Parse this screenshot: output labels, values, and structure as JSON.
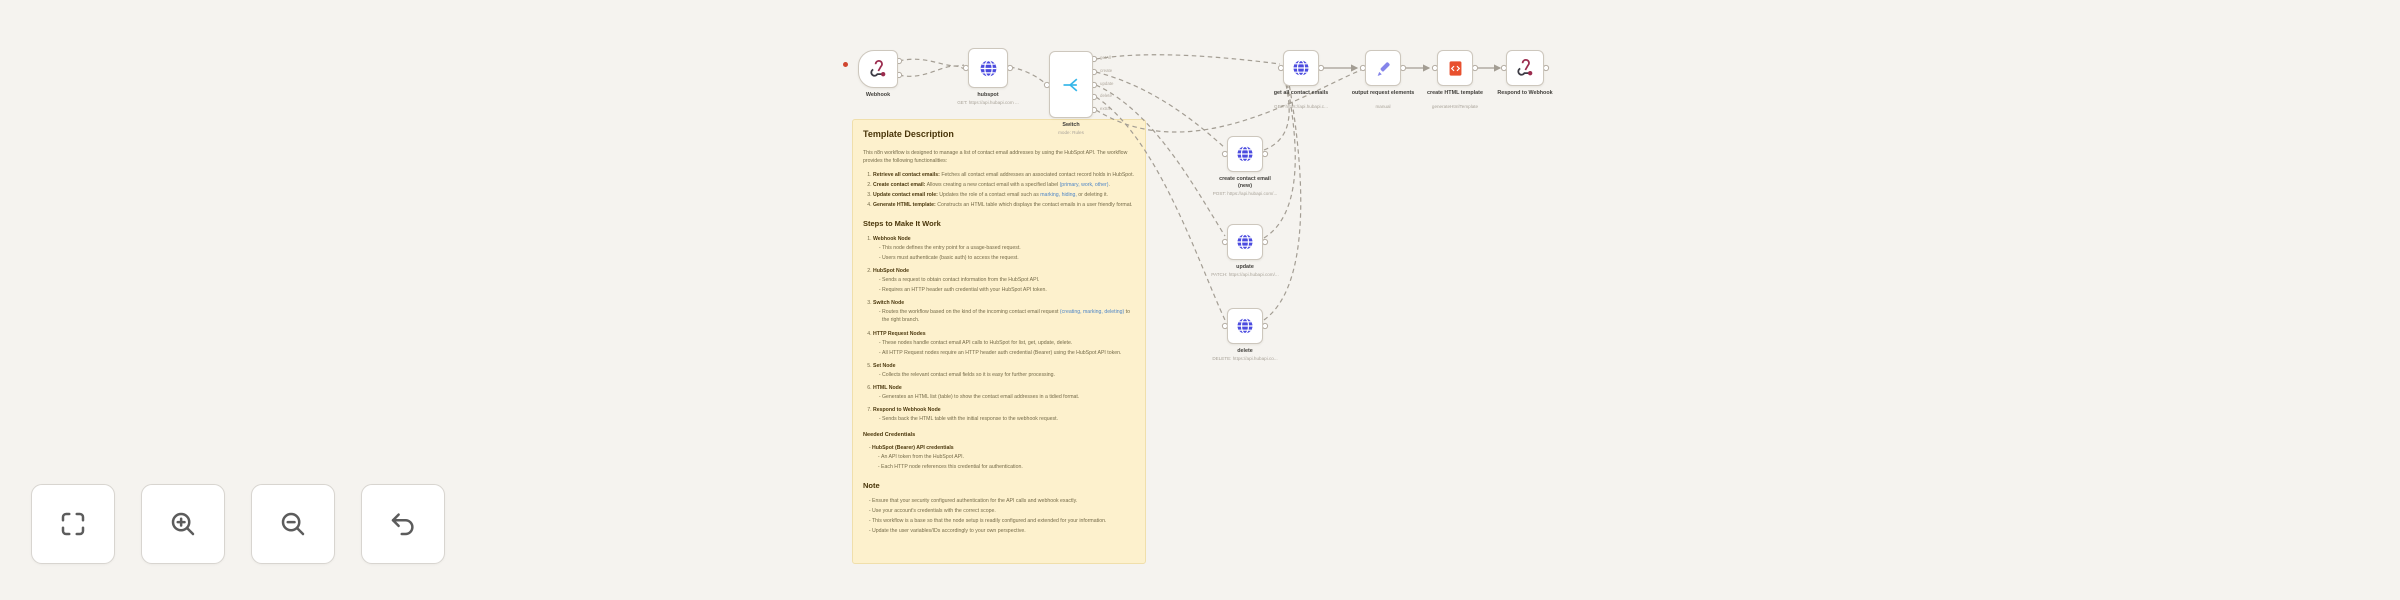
{
  "nodes": {
    "webhook": {
      "label": "Webhook"
    },
    "hubspot": {
      "label": "hubspot",
      "sub": "GET: https://api.hubapi.com ..."
    },
    "switch": {
      "label": "Switch",
      "sub": "mode: Rules",
      "ports": [
        "getAll",
        "create",
        "update",
        "delete",
        "extra"
      ]
    },
    "get_all": {
      "label": "get all contact emails",
      "sub": "GET: https://api.hubapi.c..."
    },
    "set": {
      "label": "output request elements",
      "sub": "manual"
    },
    "html": {
      "label": "create HTML template",
      "sub": "generateHtmlTemplate"
    },
    "respond": {
      "label": "Respond to Webhook"
    },
    "create": {
      "label": "create contact email",
      "label2": "(new)",
      "sub": "POST: https://api.hubapi.com/..."
    },
    "update": {
      "label": "update",
      "sub": "PATCH: https://api.hubapi.com/..."
    },
    "delete": {
      "label": "delete",
      "sub": "DELETE: https://api.hubapi.co..."
    }
  },
  "sticky": {
    "title": "Template Description",
    "intro": "This n8n workflow is designed to manage a list of contact email addresses by using the HubSpot API. The workflow provides the following functionalities:",
    "features": [
      {
        "lead": "Retrieve all contact emails:",
        "a": " Fetches all contact email addresses an associated contact record holds in HubSpot.",
        "link": "",
        "b": ""
      },
      {
        "lead": "Create contact email:",
        "a": " Allows creating a new contact email with a specified label ",
        "link": "(primary, work, other)",
        "b": "."
      },
      {
        "lead": "Update contact email role:",
        "a": " Updates the role of a contact email such as ",
        "link": "marking, hiding,",
        "b": " or deleting it."
      },
      {
        "lead": "Generate HTML template:",
        "a": " Constructs an HTML table which displays the contact emails in a user friendly format.",
        "link": "",
        "b": ""
      }
    ],
    "steps_title": "Steps to Make It Work",
    "steps": [
      {
        "title": "Webhook Node",
        "subs": [
          "This node defines the entry point for a usage-based request.",
          "Users must authenticate (basic auth) to access the request."
        ]
      },
      {
        "title": "HubSpot Node",
        "subs": [
          "Sends a request to obtain contact information from the HubSpot API.",
          "Requires an HTTP header auth credential with your HubSpot API token."
        ]
      },
      {
        "title": "Switch Node",
        "a": "Routes the workflow based on the kind of the incoming contact email request ",
        "link": "(creating, marking, deleting)",
        "b": " to the right branch."
      },
      {
        "title": "HTTP Request Nodes",
        "subs": [
          "These nodes handle contact email API calls to HubSpot for list, get, update, delete.",
          "All HTTP Request nodes require an HTTP header auth credential (Bearer) using the HubSpot API token."
        ]
      },
      {
        "title": "Set Node",
        "subs": [
          "Collects the relevant contact email fields so it is easy for further processing."
        ]
      },
      {
        "title": "HTML Node",
        "subs": [
          "Generates an HTML list (table) to show the contact email addresses in a tidied format."
        ]
      },
      {
        "title": "Respond to Webhook Node",
        "subs": [
          "Sends back the HTML table with the initial response to the webhook request."
        ]
      }
    ],
    "creds_title": "Needed Credentials",
    "creds": {
      "lead": "HubSpot (Bearer) API credentials",
      "subs": [
        "An API token from the HubSpot API.",
        "Each HTTP node references this credential for authentication."
      ]
    },
    "note_title": "Note",
    "note": [
      "Ensure that your security configured authentication for the API calls and webhook exactly.",
      "Use your account's credentials with the correct scope.",
      "This workflow is a base so that the node setup is readily configured and extended for your information.",
      "Update the user variables/IDs accordingly to your own perspective."
    ]
  },
  "switch_port_labels": [
    "getAll",
    "create",
    "update",
    "delete",
    "extra"
  ],
  "controls": {
    "buttons": [
      {
        "icon": "fit-view-icon"
      },
      {
        "icon": "zoom-in-icon"
      },
      {
        "icon": "zoom-out-icon"
      },
      {
        "icon": "undo-icon"
      }
    ]
  },
  "colors": {
    "canvas_bg": "#f5f3ef",
    "sticky_bg": "#fdf1cd",
    "edge": "#a39d93",
    "http_node_icon": "#4b4bdf",
    "switch_icon": "#35b6e9",
    "pencil_icon": "#8585ea",
    "html_icon": "#e8502e",
    "webhook_icon": "#9b2c4e",
    "error_dot": "#d0452f"
  }
}
